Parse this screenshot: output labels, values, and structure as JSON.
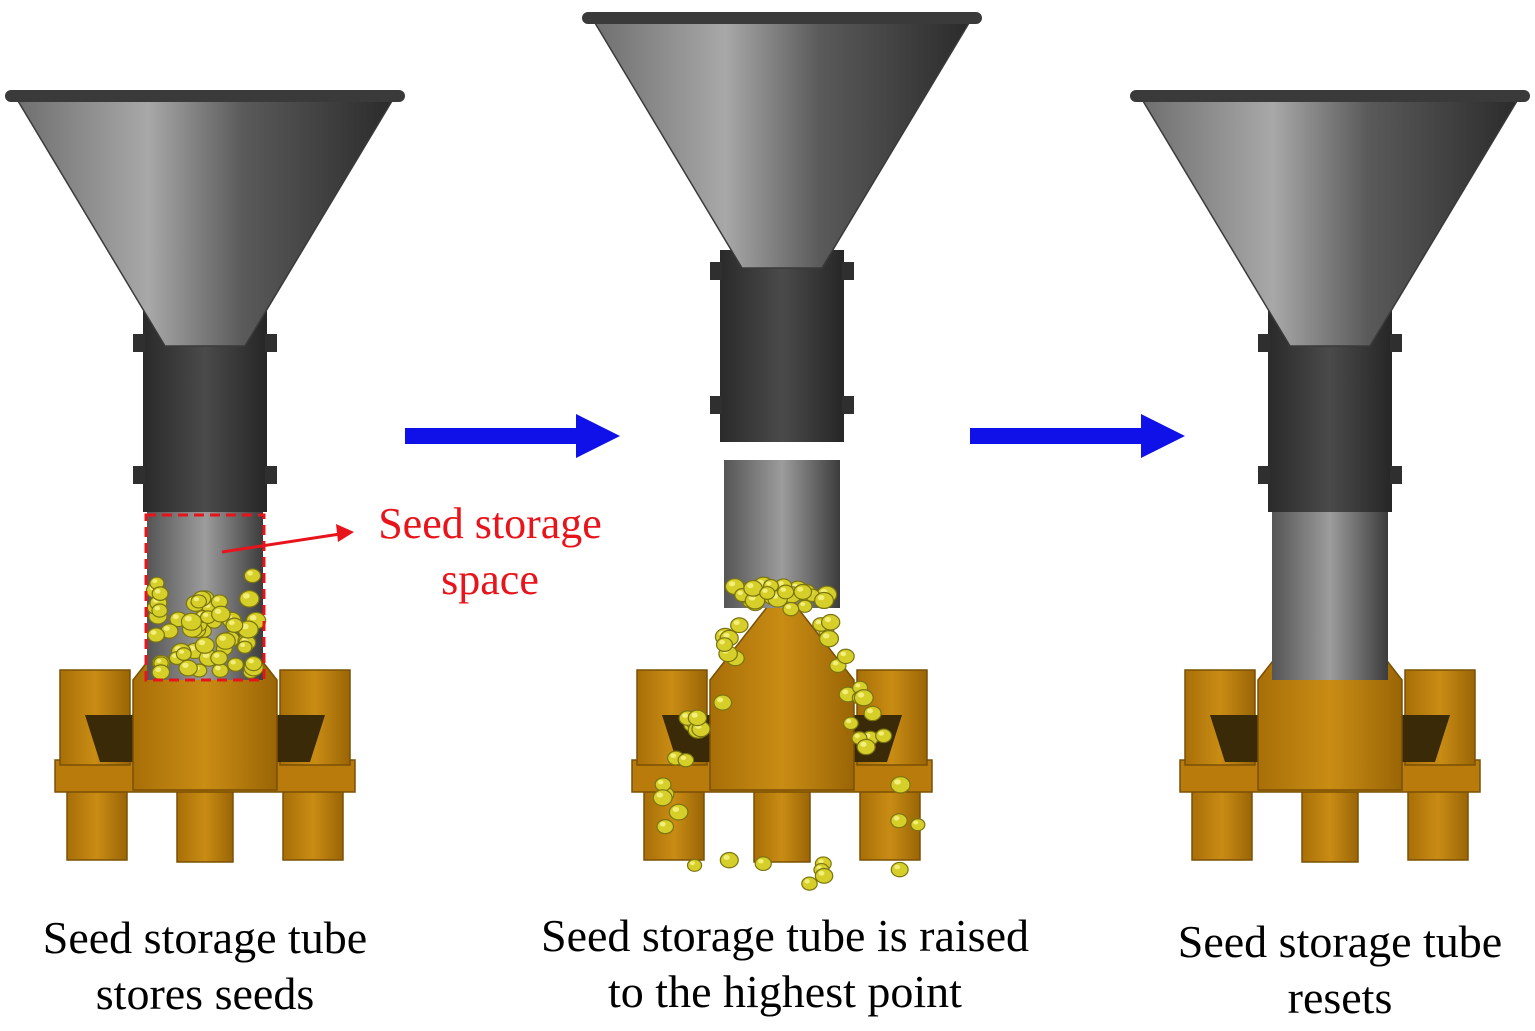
{
  "colors": {
    "arrow": "#1010e8",
    "annotation": "#e8141c",
    "metal_light": "#9a9a9a",
    "metal_dark": "#2e2e2e",
    "tube": "#3a3a3a",
    "base": "#c88a12",
    "seed": "#d6cf2a"
  },
  "annotation": {
    "line1": "Seed storage",
    "line2": "space"
  },
  "captions": [
    {
      "line1": "Seed storage tube",
      "line2": "stores seeds"
    },
    {
      "line1": "Seed storage tube is raised",
      "line2": "to the highest point"
    },
    {
      "line1": "Seed storage tube",
      "line2": "resets"
    }
  ]
}
